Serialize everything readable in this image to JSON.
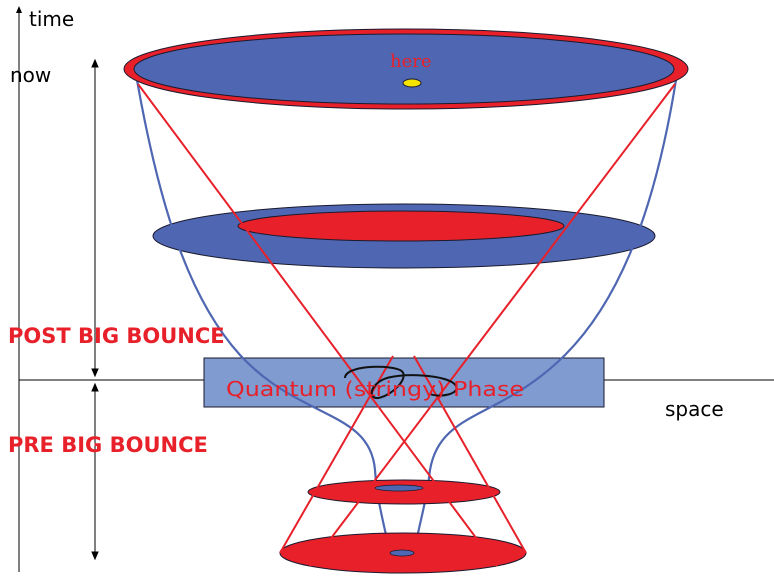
{
  "axes": {
    "time_label": "time",
    "now_label": "now",
    "space_label": "space"
  },
  "labels": {
    "here": "here",
    "post_big_bounce": "POST BIG BOUNCE",
    "pre_big_bounce": "PRE BIG BOUNCE",
    "phase": "Quantum (stringy) Phase"
  },
  "colors": {
    "blue_fill": "#4f67b2",
    "red": "#e8202a",
    "phase_fill": "#7f9bd0",
    "outline_dark": "#1a1a2e",
    "here_dot": "#f4e400"
  }
}
